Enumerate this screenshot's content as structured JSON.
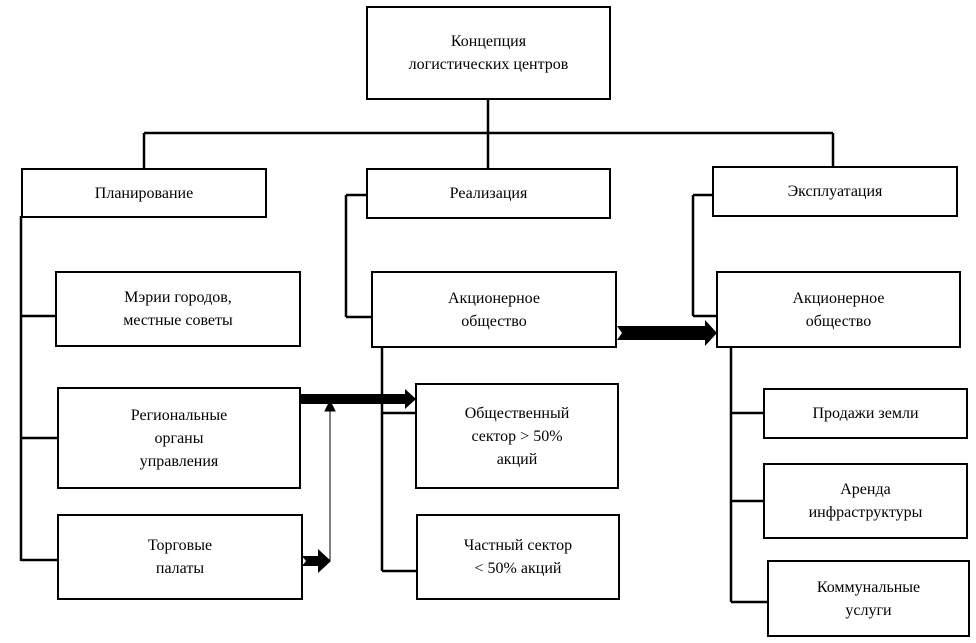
{
  "diagram": {
    "root": {
      "label": "Концепция\nлогистических центров"
    },
    "phases": [
      {
        "label": "Планирование"
      },
      {
        "label": "Реализация"
      },
      {
        "label": "Эксплуатация"
      }
    ],
    "planning_children": [
      {
        "label": "Мэрии городов,\nместные советы"
      },
      {
        "label": "Региональные\nорганы\nуправления"
      },
      {
        "label": "Торговые\nпалаты"
      }
    ],
    "realization": {
      "entity": {
        "label": "Акционерное\nобщество"
      },
      "children": [
        {
          "label": "Общественный\nсектор > 50%\nакций"
        },
        {
          "label": "Частный сектор\n< 50% акций"
        }
      ]
    },
    "exploitation": {
      "entity": {
        "label": "Акционерное\nобщество"
      },
      "children": [
        {
          "label": "Продажи земли"
        },
        {
          "label": "Аренда\nинфраструктуры"
        },
        {
          "label": "Коммунальные\nуслуги"
        }
      ]
    },
    "colors": {
      "line": "#000000",
      "background": "#ffffff"
    }
  }
}
